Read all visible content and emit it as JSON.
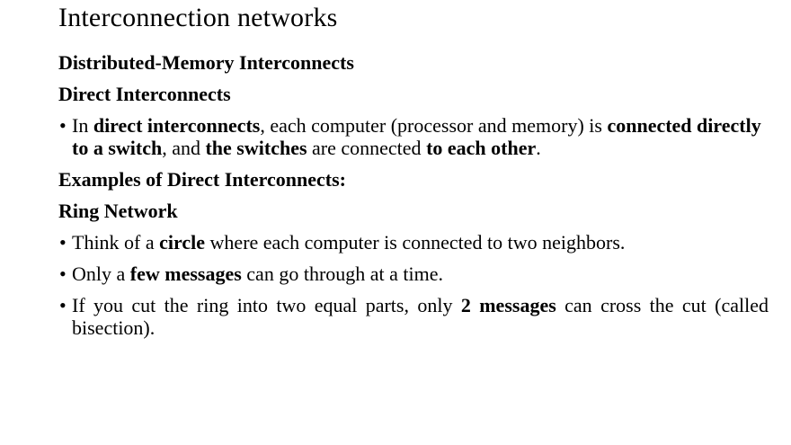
{
  "page": {
    "background_color": "#ffffff",
    "text_color": "#000000"
  },
  "slide": {
    "title": "Interconnection networks",
    "bullet_char": "•",
    "heading_distributed_memory": "Distributed-Memory Interconnects",
    "heading_direct_interconnects": "Direct Interconnects",
    "bullet_definition": {
      "seg1": "In ",
      "seg2": "direct interconnects",
      "seg3": ", each computer (processor and memory) is ",
      "seg4": "connected directly to a switch",
      "seg5": ", and ",
      "seg6": "the switches",
      "seg7": " are connected ",
      "seg8": "to each other",
      "seg9": "."
    },
    "heading_examples": "Examples of Direct Interconnects:",
    "heading_ring_network": "Ring Network",
    "bullet_circle": {
      "seg1": "Think of a ",
      "seg2": "circle",
      "seg3": " where each computer is connected to two neighbors."
    },
    "bullet_few_messages": {
      "seg1": "Only a ",
      "seg2": "few messages",
      "seg3": " can go through at a time."
    },
    "bullet_bisection": {
      "seg1": "If you cut the ring into two equal parts, only ",
      "seg2": "2 messages",
      "seg3": " can cross the cut (called bisection)."
    }
  }
}
